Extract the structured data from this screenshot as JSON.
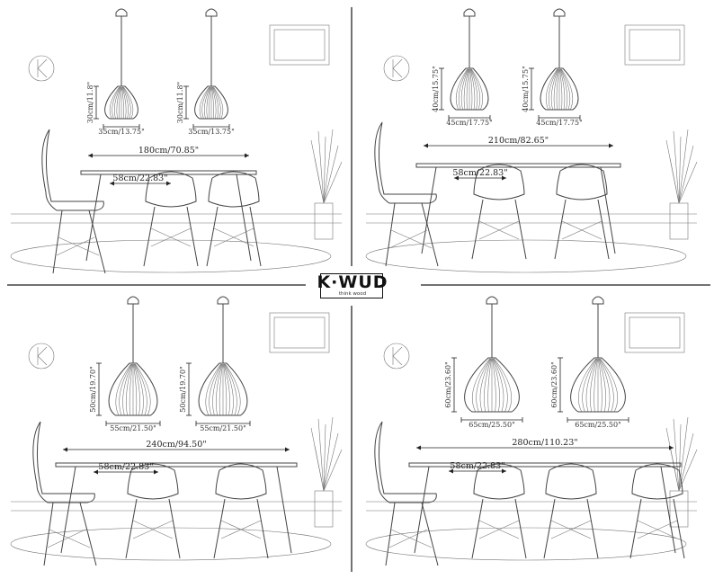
{
  "brand": {
    "logo_text": "K·WUD",
    "tagline": "think wood"
  },
  "panels": [
    {
      "id": "tl",
      "lamp_height": "30cm/11.8\"",
      "lamp_width": "35cm/13.75\"",
      "table_length": "180cm/70.85\"",
      "chair_width": "58cm/22.83\""
    },
    {
      "id": "tr",
      "lamp_height": "40cm/15.75\"",
      "lamp_width": "45cm/17.75\"",
      "table_length": "210cm/82.65\"",
      "chair_width": "58cm/22.83\""
    },
    {
      "id": "bl",
      "lamp_height": "50cm/19.70\"",
      "lamp_width": "55cm/21.50\"",
      "table_length": "240cm/94.50\"",
      "chair_width": "58cm/22.83\""
    },
    {
      "id": "br",
      "lamp_height": "60cm/23.60\"",
      "lamp_width": "65cm/25.50\"",
      "table_length": "280cm/110.23\"",
      "chair_width": "58cm/22.83\""
    }
  ]
}
